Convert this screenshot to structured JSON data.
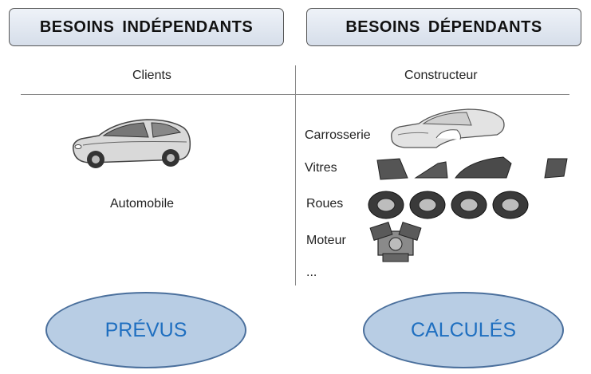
{
  "header": {
    "left_title": "BESOINS  INDÉPENDANTS",
    "right_title": "BESOINS  DÉPENDANTS"
  },
  "columns": {
    "left_label": "Clients",
    "right_label": "Constructeur"
  },
  "left": {
    "item_label": "Automobile",
    "item_icon": "car-icon"
  },
  "right": {
    "components": [
      {
        "label": "Carrosserie",
        "icon": "car-body-icon"
      },
      {
        "label": "Vitres",
        "icon": "windows-icon"
      },
      {
        "label": "Roues",
        "icon": "tires-icon"
      },
      {
        "label": "Moteur",
        "icon": "engine-icon"
      },
      {
        "label": "..."
      }
    ]
  },
  "footer": {
    "left_ellipse": "PRÉVUS",
    "right_ellipse": "CALCULÉS"
  },
  "colors": {
    "ellipse_fill": "#b8cde4",
    "ellipse_border": "#4a6f9c",
    "ellipse_text": "#1f6fc0"
  }
}
